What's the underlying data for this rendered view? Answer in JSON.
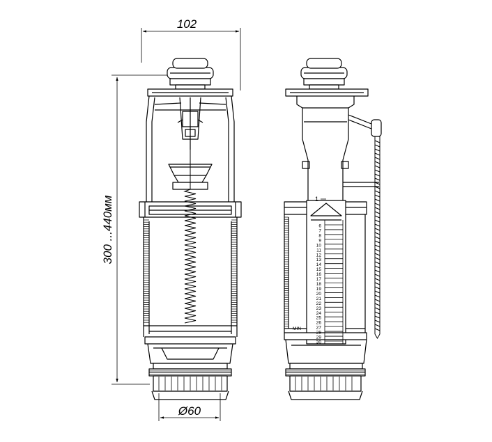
{
  "dimensions": {
    "width": "102",
    "height": "300 ...440мм",
    "diameter": "Ø60"
  },
  "scale": {
    "top_mark": "1",
    "values": [
      "6",
      "7",
      "8",
      "9",
      "10",
      "11",
      "12",
      "13",
      "14",
      "15",
      "16",
      "17",
      "18",
      "19",
      "20",
      "21",
      "22",
      "23",
      "24",
      "25",
      "26",
      "27",
      "28",
      "29",
      "30"
    ],
    "min_label": "MIN"
  },
  "colors": {
    "stroke": "#000000",
    "background": "#ffffff"
  }
}
